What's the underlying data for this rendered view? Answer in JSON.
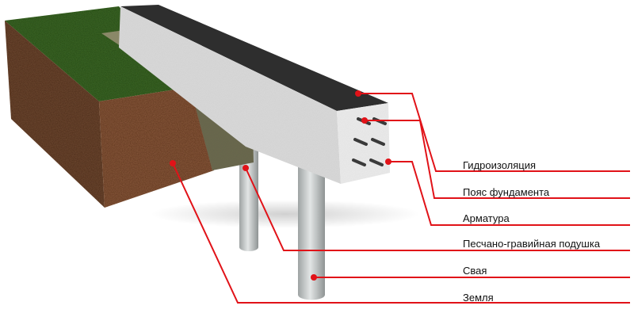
{
  "labels": [
    {
      "id": "waterproofing",
      "text": "Гидроизоляция"
    },
    {
      "id": "foundation-belt",
      "text": "Пояс фундамента"
    },
    {
      "id": "rebar",
      "text": "Арматура"
    },
    {
      "id": "sand-gravel-cushion",
      "text": "Песчано-гравийная подушка"
    },
    {
      "id": "pile",
      "text": "Свая"
    },
    {
      "id": "soil",
      "text": "Земля"
    }
  ],
  "colors": {
    "leader_line": "#e11218",
    "grass": "#3f6a28",
    "soil": "#8a5a3c",
    "concrete": "#e6e6e6",
    "waterproofing": "#2e2e2e",
    "cushion": "#7d7b5e",
    "pile": "#c9cdcd",
    "label_text": "#111111"
  }
}
